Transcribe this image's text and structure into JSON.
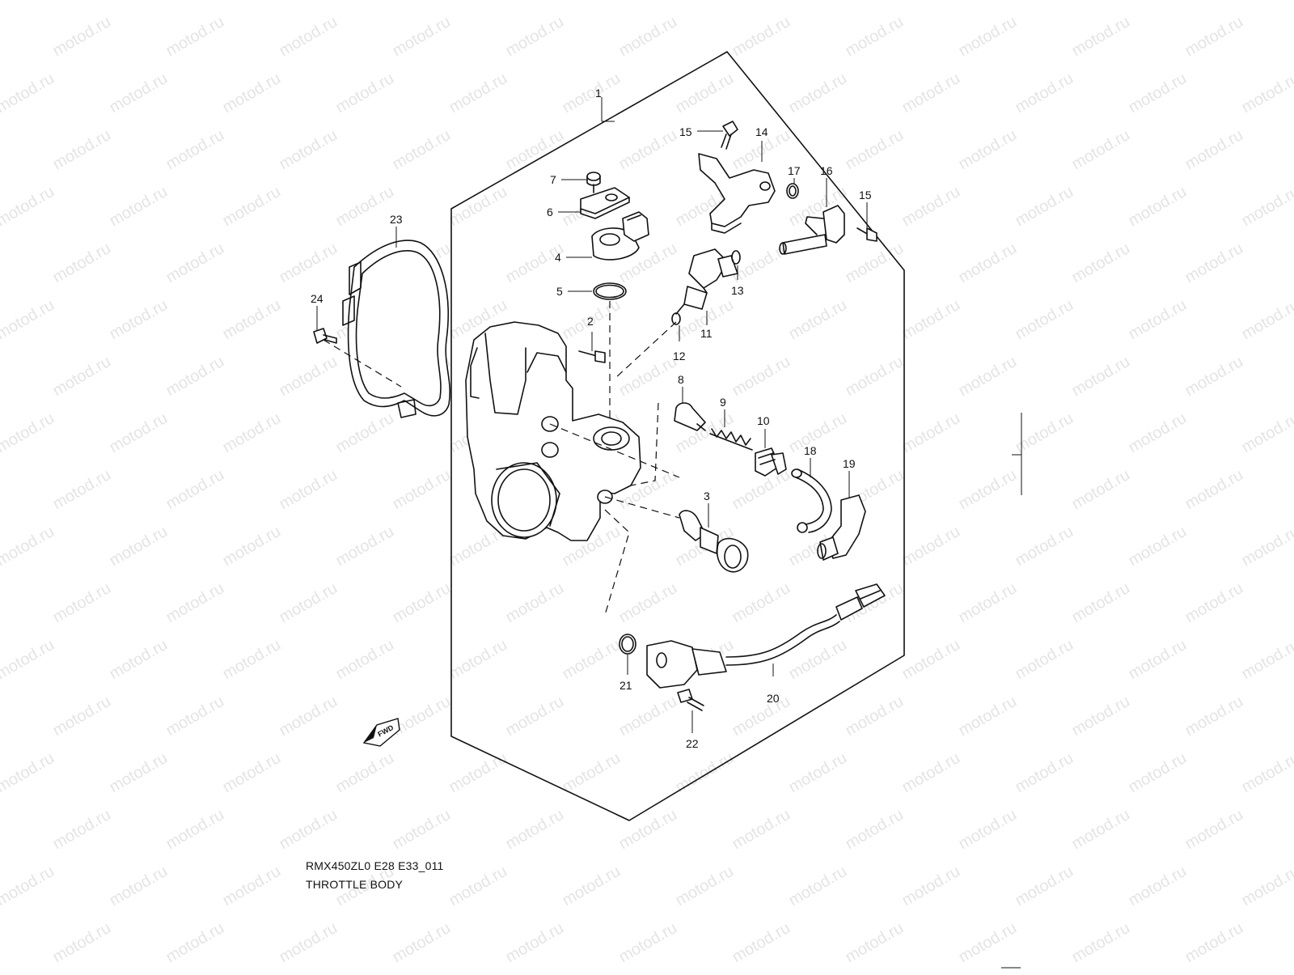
{
  "watermark": {
    "text": "motod.ru"
  },
  "caption": {
    "model_code": "RMX450ZL0 E28 E33_011",
    "title": "THROTTLE BODY"
  },
  "fwd_label": "FWD",
  "callouts": [
    {
      "id": "1",
      "label": "1"
    },
    {
      "id": "2",
      "label": "2"
    },
    {
      "id": "3",
      "label": "3"
    },
    {
      "id": "4",
      "label": "4"
    },
    {
      "id": "5",
      "label": "5"
    },
    {
      "id": "6",
      "label": "6"
    },
    {
      "id": "7",
      "label": "7"
    },
    {
      "id": "8",
      "label": "8"
    },
    {
      "id": "9",
      "label": "9"
    },
    {
      "id": "10",
      "label": "10"
    },
    {
      "id": "11",
      "label": "11"
    },
    {
      "id": "12",
      "label": "12"
    },
    {
      "id": "13",
      "label": "13"
    },
    {
      "id": "14",
      "label": "14"
    },
    {
      "id": "15a",
      "label": "15"
    },
    {
      "id": "15b",
      "label": "15"
    },
    {
      "id": "16",
      "label": "16"
    },
    {
      "id": "17",
      "label": "17"
    },
    {
      "id": "18",
      "label": "18"
    },
    {
      "id": "19",
      "label": "19"
    },
    {
      "id": "20",
      "label": "20"
    },
    {
      "id": "21",
      "label": "21"
    },
    {
      "id": "22",
      "label": "22"
    },
    {
      "id": "23",
      "label": "23"
    },
    {
      "id": "24",
      "label": "24"
    }
  ]
}
